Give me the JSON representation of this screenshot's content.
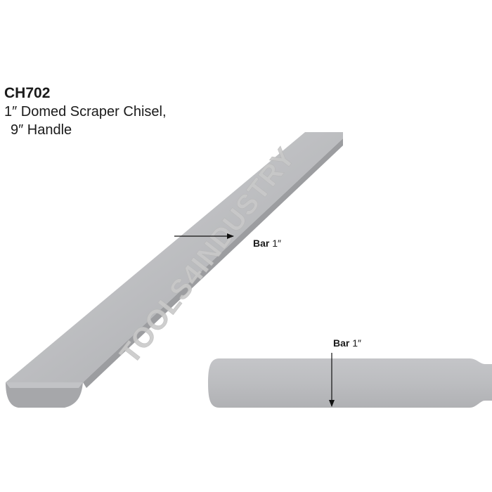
{
  "product": {
    "code": "CH702",
    "name": "1″ Domed Scraper Chisel,",
    "handle": "9″ Handle"
  },
  "dimensions": {
    "side_view": {
      "label": "Bar",
      "value": "1″"
    },
    "top_view": {
      "label": "Bar",
      "value": "1″"
    }
  },
  "watermark": {
    "text": "TOOLS4INDUSTRY",
    "color": "#c8c8c8"
  },
  "colors": {
    "blade_light": "#c9cacc",
    "blade_mid": "#a9aaad",
    "blade_dark": "#8d8e91",
    "outline": "#7a7b7e"
  }
}
